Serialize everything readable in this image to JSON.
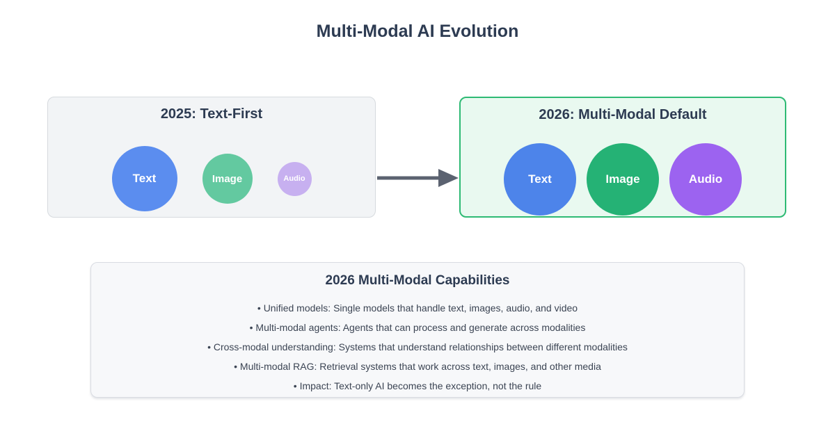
{
  "page": {
    "title": "Multi-Modal AI Evolution"
  },
  "colors": {
    "heading": "#2d3b52",
    "arrow": "#5b6270",
    "before_panel_bg": "#f2f4f6",
    "before_panel_border": "#d6dade",
    "after_panel_bg": "#e9f9f0",
    "after_panel_border": "#2eba74"
  },
  "panels": {
    "before": {
      "title": "2025: Text-First",
      "circles": [
        {
          "label": "Text",
          "color": "#5b8def",
          "size": 94,
          "font": 17
        },
        {
          "label": "Image",
          "color": "#63c9a0",
          "size": 72,
          "font": 15
        },
        {
          "label": "Audio",
          "color": "#c7b0f0",
          "size": 49,
          "font": 11
        }
      ]
    },
    "after": {
      "title": "2026: Multi-Modal Default",
      "circles": [
        {
          "label": "Text",
          "color": "#4d84ea",
          "size": 104,
          "font": 17
        },
        {
          "label": "Image",
          "color": "#25b275",
          "size": 104,
          "font": 17
        },
        {
          "label": "Audio",
          "color": "#9c63f0",
          "size": 104,
          "font": 17
        }
      ]
    }
  },
  "capabilities": {
    "title": "2026 Multi-Modal Capabilities",
    "items": [
      "• Unified models: Single models that handle text, images, audio, and video",
      "• Multi-modal agents: Agents that can process and generate across modalities",
      "• Cross-modal understanding: Systems that understand relationships between different modalities",
      "• Multi-modal RAG: Retrieval systems that work across text, images, and other media",
      "• Impact: Text-only AI becomes the exception, not the rule"
    ]
  }
}
